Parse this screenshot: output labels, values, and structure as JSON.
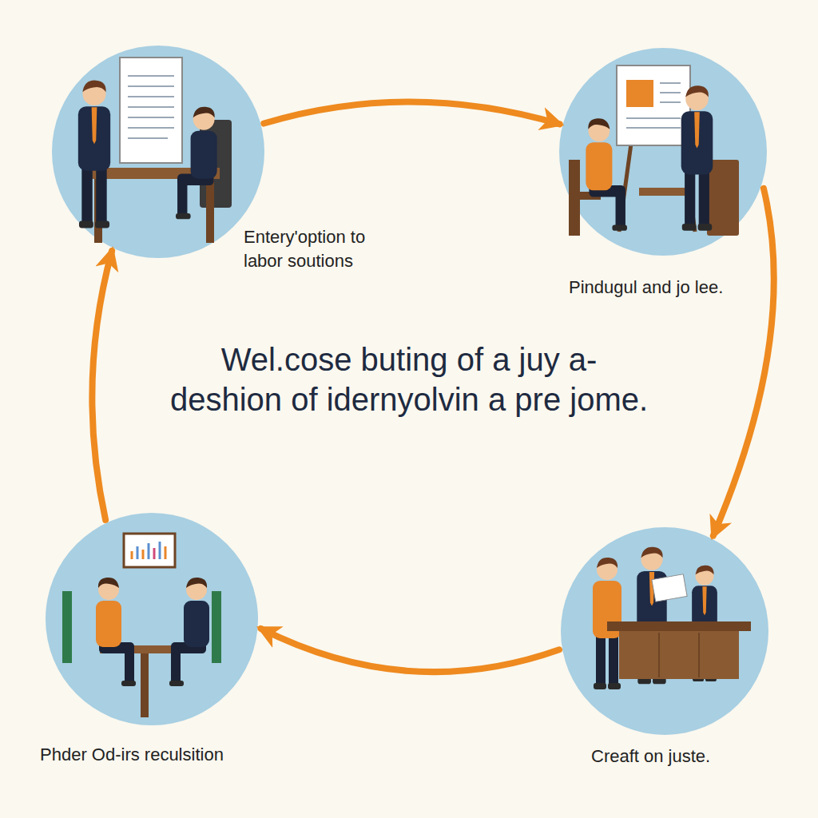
{
  "diagram": {
    "title": "Wel.cose buting of a juy a-deshion of idernyolvin a pre jome.",
    "nodes": [
      {
        "text": [
          "Entery'option to labor soutions"
        ]
      },
      {
        "text": [
          "Pindugul and jo lee."
        ]
      },
      {
        "text": [
          "Phder Od-irs reculsition"
        ]
      },
      {
        "text": [
          "Creaft on juste."
        ]
      }
    ],
    "edges": [
      {
        "from": 0,
        "to": 1,
        "arrow": "to"
      },
      {
        "from": 1,
        "to": 3,
        "arrow": "to"
      },
      {
        "from": 3,
        "to": 2,
        "arrow": "to"
      },
      {
        "from": 2,
        "to": 0,
        "arrow": "to"
      }
    ]
  }
}
